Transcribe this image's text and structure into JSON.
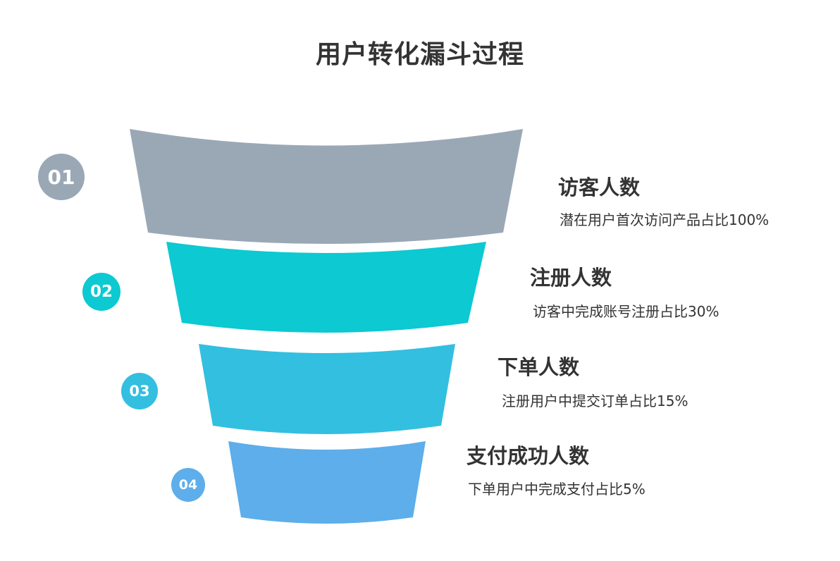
{
  "title": "用户转化漏斗过程",
  "colors": {
    "stage1": "#9aa8b6",
    "stage2": "#0cc9d2",
    "stage3": "#33bfe0",
    "stage4": "#5daeea"
  },
  "stages": [
    {
      "number": "01",
      "name": "访客人数",
      "description": "潜在用户首次访问产品占比100%",
      "percent": 100
    },
    {
      "number": "02",
      "name": "注册人数",
      "description": "访客中完成账号注册占比30%",
      "percent": 30
    },
    {
      "number": "03",
      "name": "下单人数",
      "description": "注册用户中提交订单占比15%",
      "percent": 15
    },
    {
      "number": "04",
      "name": "支付成功人数",
      "description": "下单用户中完成支付占比5%",
      "percent": 5
    }
  ]
}
